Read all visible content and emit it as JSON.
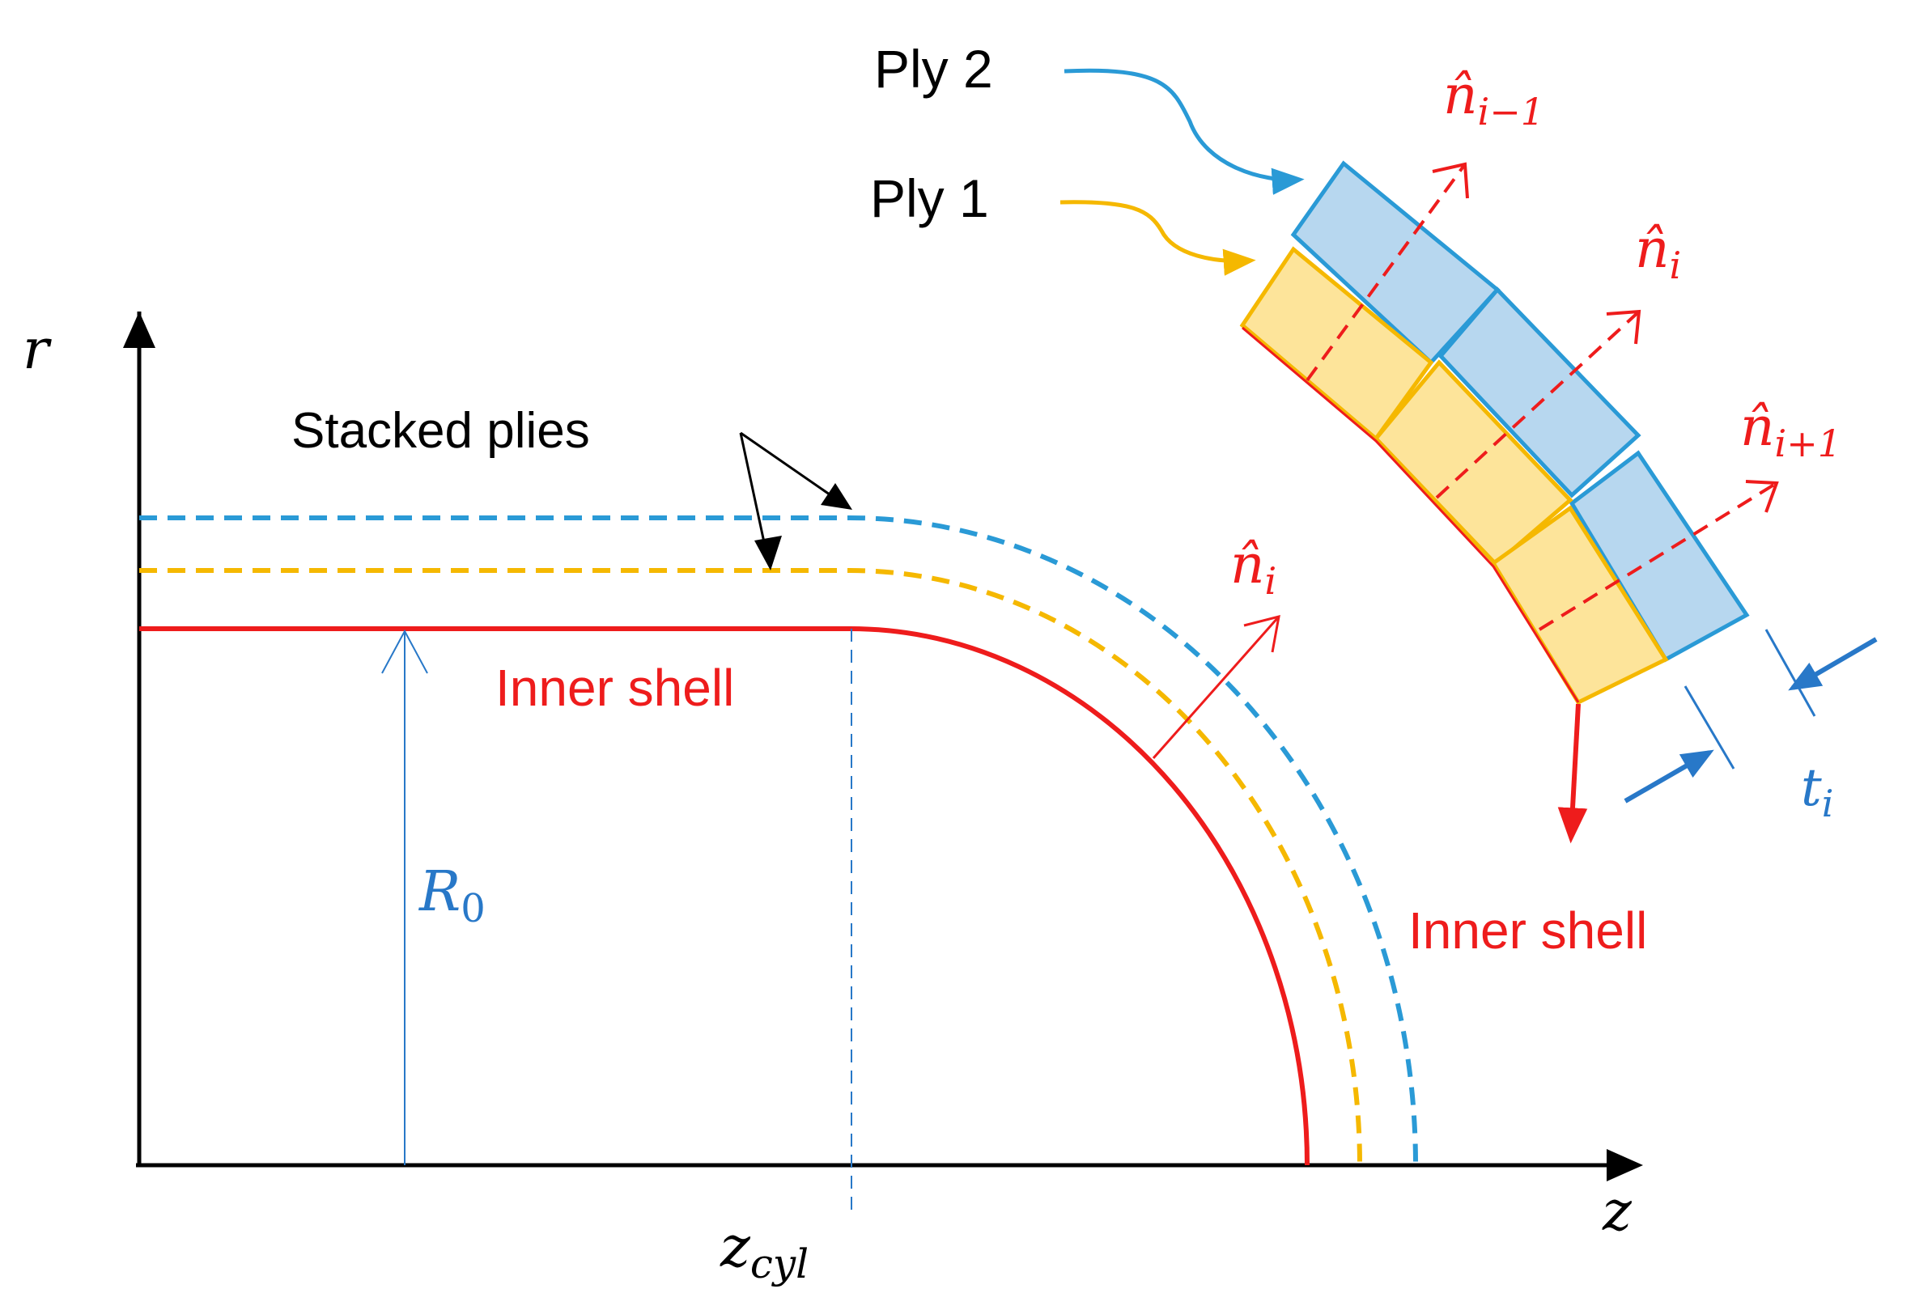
{
  "labels": {
    "axis_r": "r",
    "axis_z": "z",
    "ply2": "Ply 2",
    "ply1": "Ply 1",
    "stacked_plies": "Stacked plies",
    "inner_shell_main": "Inner shell",
    "inner_shell_detail": "Inner shell",
    "n_hat": "n̂",
    "sub_i_minus_1": "i−1",
    "sub_i": "i",
    "sub_i_plus_1": "i+1",
    "r0_base": "R",
    "r0_sub": "0",
    "zcyl_base": "z",
    "zcyl_sub": "cyl",
    "t_base": "t",
    "t_sub": "i"
  },
  "colors": {
    "axis": "#000000",
    "inner_shell": "#ee1c1c",
    "ply1": "#f5b800",
    "ply2": "#2a9ad6",
    "ply1_fill": "#fde49a",
    "ply2_fill": "#b7d7ef",
    "dimension": "#2878c8",
    "normal": "#ee1c1c"
  }
}
